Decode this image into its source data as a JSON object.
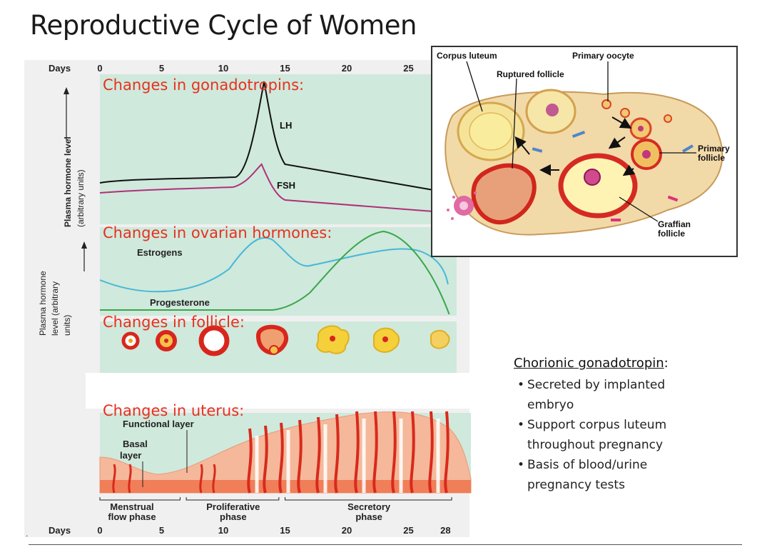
{
  "title": "Reproductive Cycle of Women",
  "axis": {
    "days_label": "Days",
    "top_ticks": [
      "0",
      "5",
      "10",
      "15",
      "20",
      "25"
    ],
    "bottom_ticks": [
      "0",
      "5",
      "10",
      "15",
      "20",
      "25",
      "28"
    ],
    "ylabel_gonadotropins": [
      "Plasma hormone level",
      "(arbitrary units)"
    ],
    "ylabel_ovarian": [
      "Plasma hormone",
      "level (arbitrary",
      "units)"
    ]
  },
  "sections": {
    "gonadotropins": "Changes in gonadotropins:",
    "ovarian": "Changes in ovarian hormones:",
    "follicle": "Changes in follicle:",
    "uterus": "Changes in uterus:"
  },
  "curve_labels": {
    "lh": "LH",
    "fsh": "FSH",
    "estrogens": "Estrogens",
    "progesterone": "Progesterone"
  },
  "uterus_labels": {
    "functional": "Functional layer",
    "basal": [
      "Basal",
      "layer"
    ]
  },
  "phases": [
    {
      "lines": [
        "Menstrual",
        "flow phase"
      ]
    },
    {
      "lines": [
        "Proliferative",
        "phase"
      ]
    },
    {
      "lines": [
        "Secretory",
        "phase"
      ]
    }
  ],
  "ovary_labels": {
    "corpus_luteum": "Corpus luteum",
    "primary_oocyte": "Primary oocyte",
    "ruptured_follicle": "Ruptured follicle",
    "primary_follicle": [
      "Primary",
      "follicle"
    ],
    "graffian_follicle": [
      "Graffian",
      "follicle"
    ]
  },
  "hcg": {
    "heading": "Chorionic gonadotropin",
    "heading_suffix": ":",
    "bullets": [
      [
        "Secreted by implanted",
        "embryo"
      ],
      [
        "Support corpus luteum",
        "throughout pregnancy"
      ],
      [
        "Basis of blood/urine",
        "pregnancy tests"
      ]
    ]
  },
  "colors": {
    "panel_bg": "#cfe9dc",
    "section_text": "#e8301e",
    "lh": "#111111",
    "fsh": "#b0307a",
    "estrogens": "#47b8d6",
    "progesterone": "#3aa64a"
  }
}
